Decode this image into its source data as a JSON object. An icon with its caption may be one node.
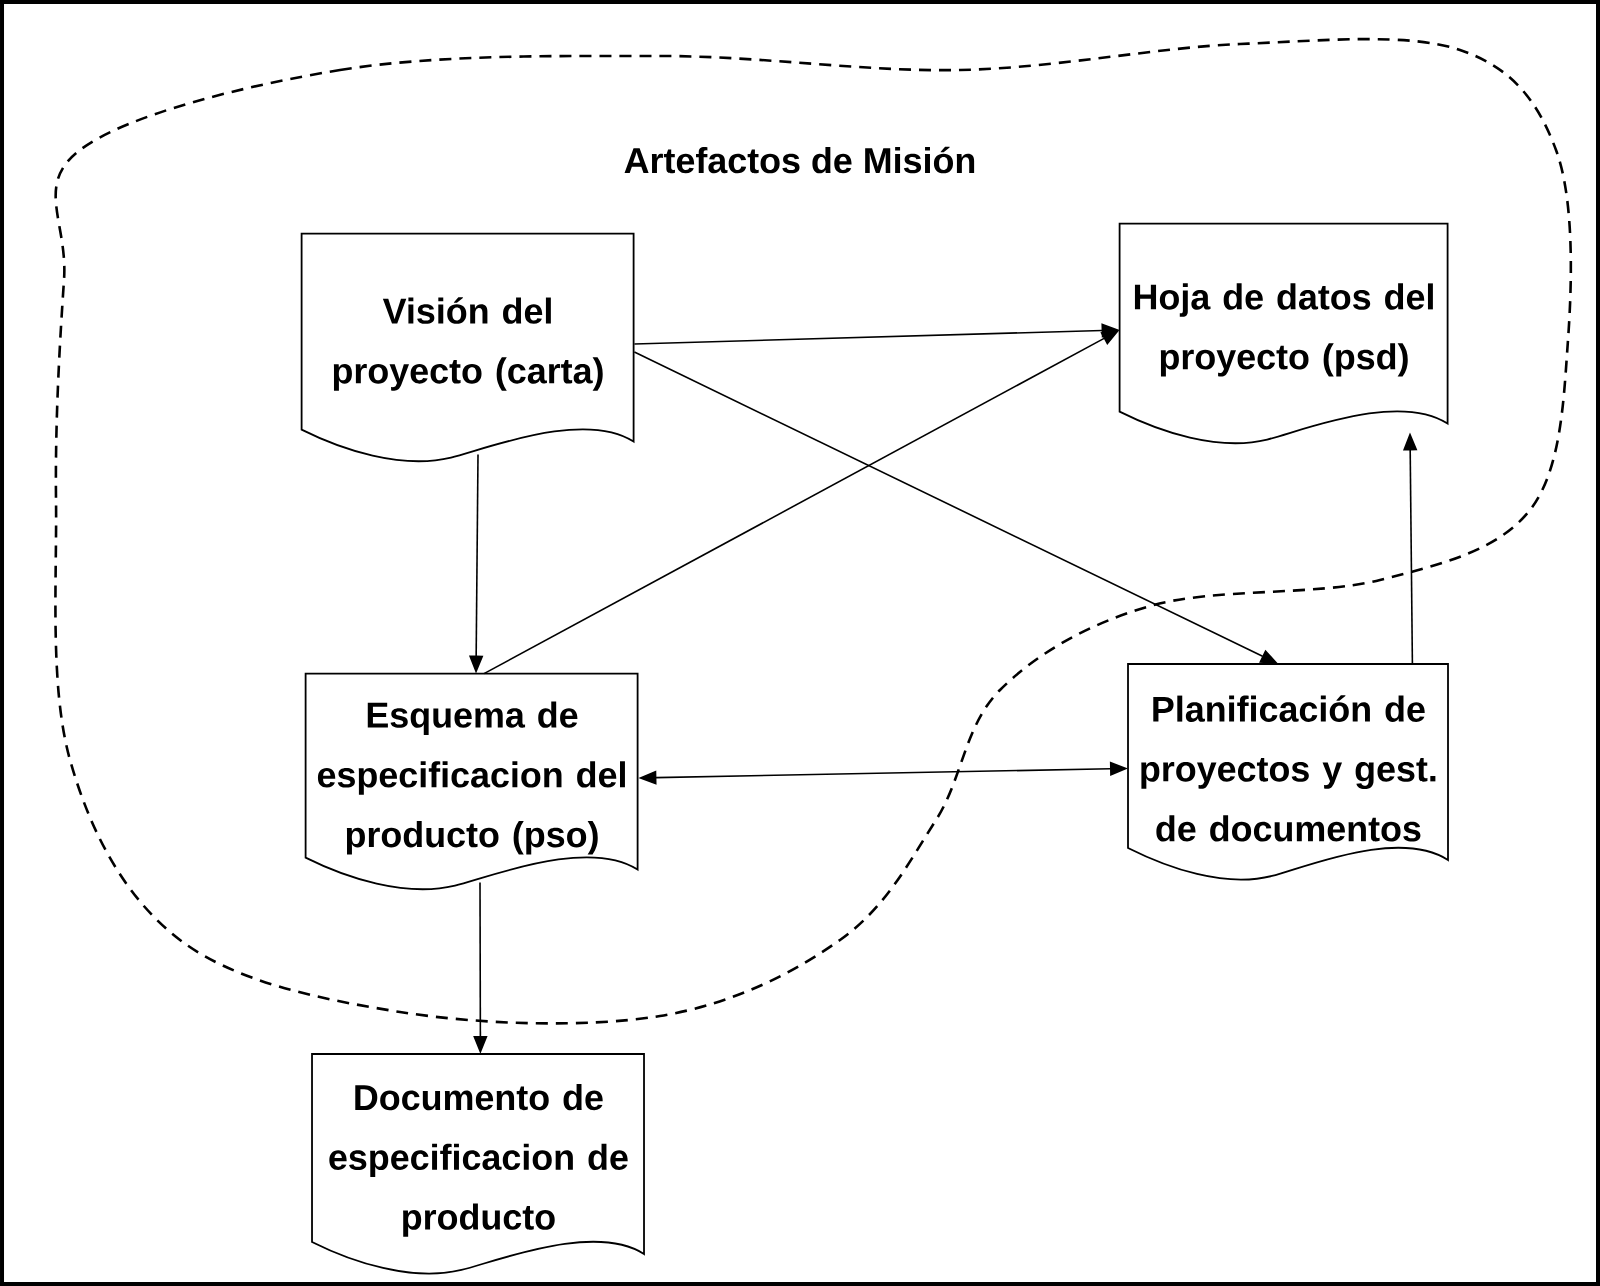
{
  "diagram": {
    "nodes": [
      {
        "text": [
          "Artefactos de Misión"
        ]
      },
      {
        "text": [
          "Visión del proyecto (carta)"
        ],
        "in": 0
      },
      {
        "text": [
          "Hoja de datos del proyecto (psd)"
        ],
        "in": 0
      },
      {
        "text": [
          "Esquema de especificacion del producto (pso)"
        ],
        "in": 0
      },
      {
        "text": [
          "Planificación de proyectos y gest. de documentos"
        ]
      },
      {
        "text": [
          "Documento de especificacion de producto"
        ]
      }
    ],
    "edges": [
      {
        "from": 1,
        "to": 2,
        "arrow": "to"
      },
      {
        "from": 1,
        "to": 4,
        "arrow": "to"
      },
      {
        "from": 1,
        "to": 3,
        "arrow": "to"
      },
      {
        "from": 3,
        "to": 2,
        "arrow": "to"
      },
      {
        "from": 3,
        "to": 4,
        "arrow": "both"
      },
      {
        "from": 4,
        "to": 2,
        "arrow": "to"
      },
      {
        "from": 3,
        "to": 5,
        "arrow": "to"
      }
    ]
  }
}
